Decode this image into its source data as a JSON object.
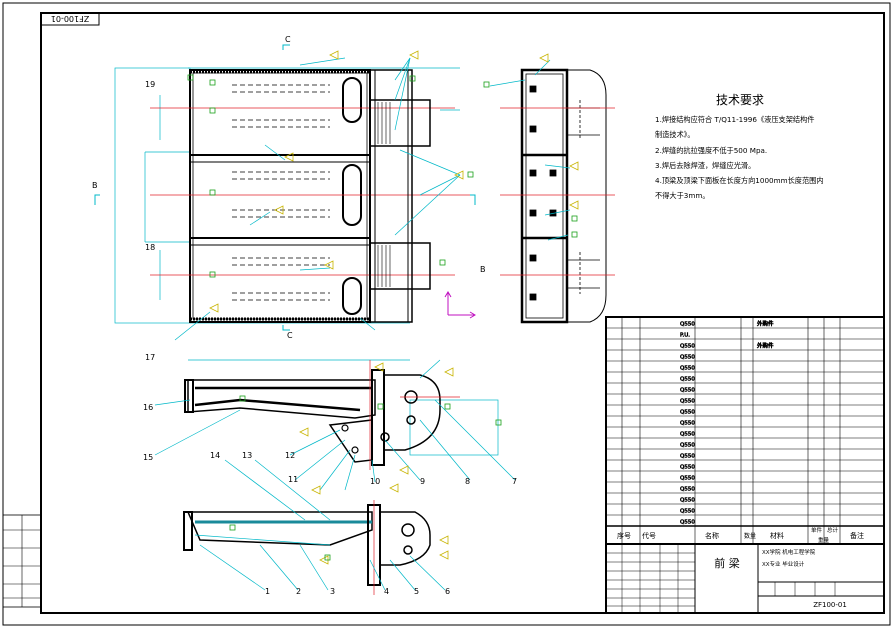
{
  "title_block": {
    "part_name": "前 梁",
    "drawing_no": "ZF100-01",
    "drawing_no_flipped": "ZF100-01",
    "header_seq": "序号",
    "header_code": "代号",
    "header_name": "名称",
    "header_qty": "数量",
    "header_material": "材料",
    "header_unit_weight": "单件",
    "header_total_weight": "总计",
    "header_weight": "重量",
    "header_remark": "备注",
    "company_line1": "XX学院 机电工程学院",
    "company_line2": "XX专业 毕业设计"
  },
  "notes": {
    "title": "技术要求",
    "lines": [
      "1.焊接结构应符合 T/Q11-1996《液压支架结构件",
      "  制造技术》。",
      "2.焊缝的抗拉强度不低于500 Mpa.",
      "3.焊后去除焊渣，焊缝应光滑。",
      "4.顶梁及顶梁下面板在长度方向1000mm长度范围内",
      "  不得大于3mm。"
    ]
  },
  "bom_rows": [
    {
      "material": "Q550",
      "remark": "外购件"
    },
    {
      "material": "P.U.",
      "remark": ""
    },
    {
      "material": "Q550",
      "remark": "外购件"
    },
    {
      "material": "Q550",
      "remark": ""
    },
    {
      "material": "Q550",
      "remark": ""
    },
    {
      "material": "Q550",
      "remark": ""
    },
    {
      "material": "Q550",
      "remark": ""
    },
    {
      "material": "Q550",
      "remark": ""
    },
    {
      "material": "Q550",
      "remark": ""
    },
    {
      "material": "Q550",
      "remark": ""
    },
    {
      "material": "Q550",
      "remark": ""
    },
    {
      "material": "Q550",
      "remark": ""
    },
    {
      "material": "Q550",
      "remark": ""
    },
    {
      "material": "Q550",
      "remark": ""
    },
    {
      "material": "Q550",
      "remark": ""
    },
    {
      "material": "Q550",
      "remark": ""
    },
    {
      "material": "Q550",
      "remark": ""
    },
    {
      "material": "Q550",
      "remark": ""
    },
    {
      "material": "Q550",
      "remark": ""
    }
  ],
  "balloons": [
    "1",
    "2",
    "3",
    "4",
    "5",
    "6",
    "7",
    "8",
    "9",
    "10",
    "11",
    "12",
    "13",
    "14",
    "15",
    "16",
    "17",
    "18",
    "19"
  ],
  "section_labels": {
    "c_top": "C",
    "c_bottom": "C",
    "b_left": "B",
    "b_right": "B"
  },
  "colors": {
    "cyan": "#00b8c8",
    "red": "#e0202a",
    "magenta": "#c010c0",
    "yellow": "#c8b400",
    "green": "#1aa01a"
  }
}
